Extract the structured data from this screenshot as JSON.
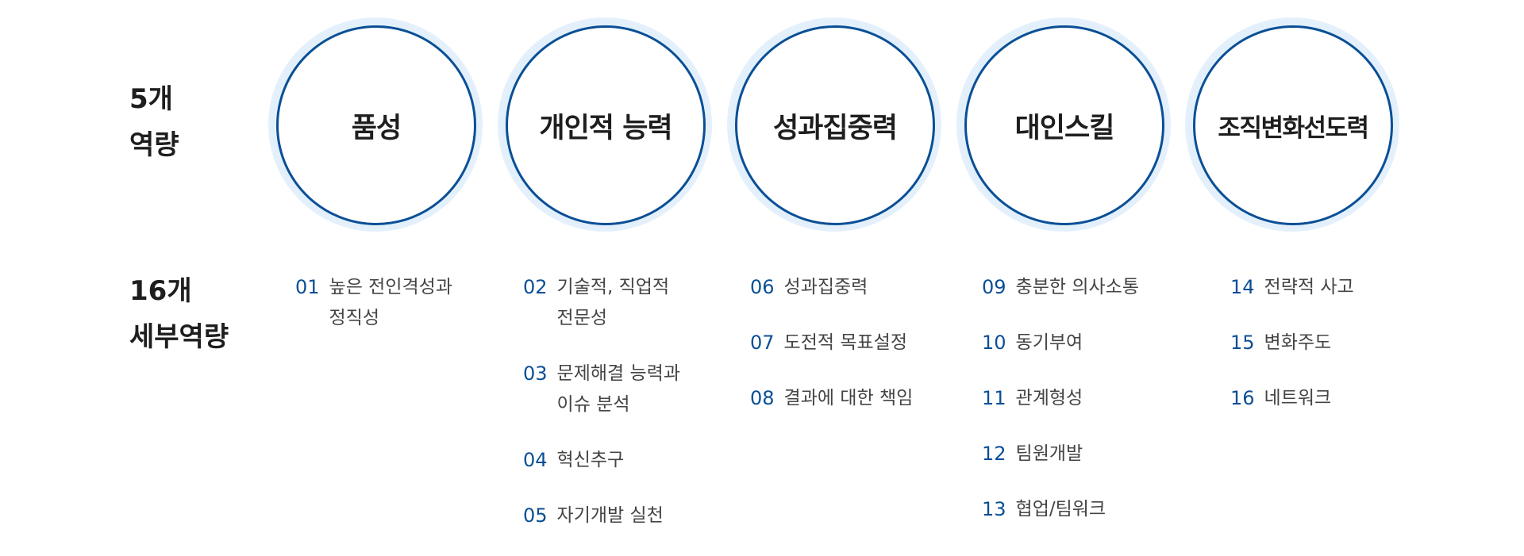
{
  "labels": {
    "competencies_line1": "5개",
    "competencies_line2": "역량",
    "sub_line1": "16개",
    "sub_line2": "세부역량"
  },
  "competencies": [
    {
      "name": "품성",
      "items": [
        {
          "num": "01",
          "text": "높은 전인격성과\n정직성"
        }
      ]
    },
    {
      "name": "개인적 능력",
      "items": [
        {
          "num": "02",
          "text": "기술적, 직업적\n전문성"
        },
        {
          "num": "03",
          "text": "문제해결 능력과\n이슈 분석"
        },
        {
          "num": "04",
          "text": "혁신추구"
        },
        {
          "num": "05",
          "text": "자기개발 실천"
        }
      ]
    },
    {
      "name": "성과집중력",
      "items": [
        {
          "num": "06",
          "text": "성과집중력"
        },
        {
          "num": "07",
          "text": "도전적 목표설정"
        },
        {
          "num": "08",
          "text": "결과에 대한 책임"
        }
      ]
    },
    {
      "name": "대인스킬",
      "items": [
        {
          "num": "09",
          "text": "충분한 의사소통"
        },
        {
          "num": "10",
          "text": "동기부여"
        },
        {
          "num": "11",
          "text": "관계형성"
        },
        {
          "num": "12",
          "text": "팀원개발"
        },
        {
          "num": "13",
          "text": "협업/팀워크"
        }
      ]
    },
    {
      "name": "조직변화선도력",
      "items": [
        {
          "num": "14",
          "text": "전략적 사고"
        },
        {
          "num": "15",
          "text": "변화주도"
        },
        {
          "num": "16",
          "text": "네트워크"
        }
      ]
    }
  ]
}
